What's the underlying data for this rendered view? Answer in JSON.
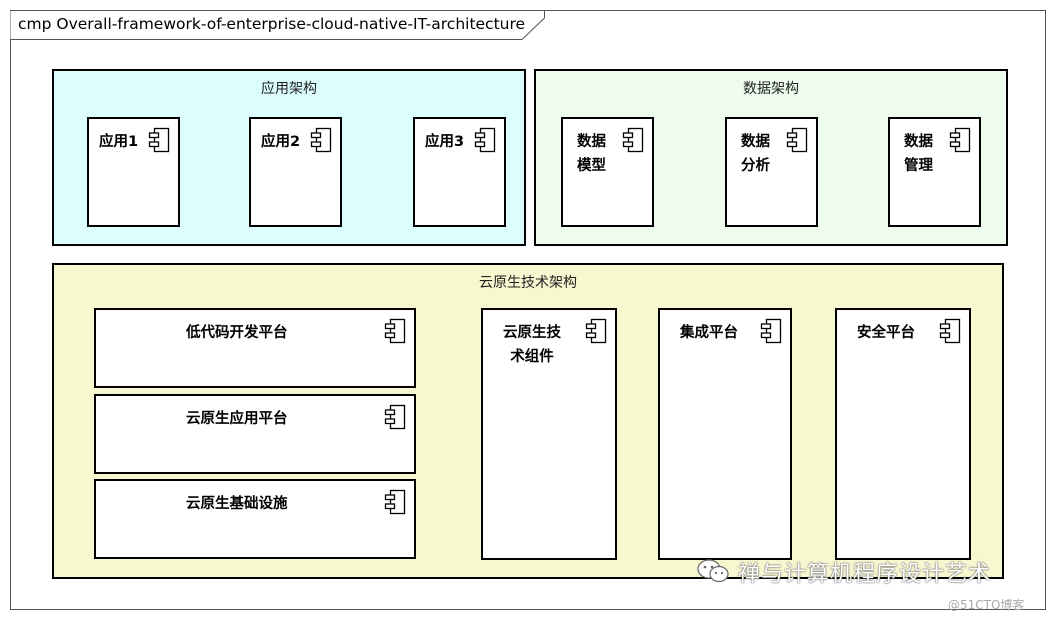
{
  "diagram": {
    "title": "cmp Overall-framework-of-enterprise-cloud-native-IT-architecture"
  },
  "packages": {
    "app_arch": {
      "title": "应用架构",
      "color": "#dcfdfe",
      "components": [
        "应用1",
        "应用2",
        "应用3"
      ]
    },
    "data_arch": {
      "title": "数据架构",
      "color": "#eefcee",
      "components": [
        "数据\n模型",
        "数据\n分析",
        "数据\n管理"
      ]
    },
    "cloud_native_arch": {
      "title": "云原生技术架构",
      "color": "#f7f7d0",
      "platforms": [
        "低代码开发平台",
        "云原生应用平台",
        "云原生基础设施"
      ],
      "components": [
        "云原生技\n术组件",
        "集成平台",
        "安全平台"
      ]
    }
  },
  "watermark": {
    "text": "禅与计算机程序设计艺术",
    "blog": "@51CTO博客"
  }
}
